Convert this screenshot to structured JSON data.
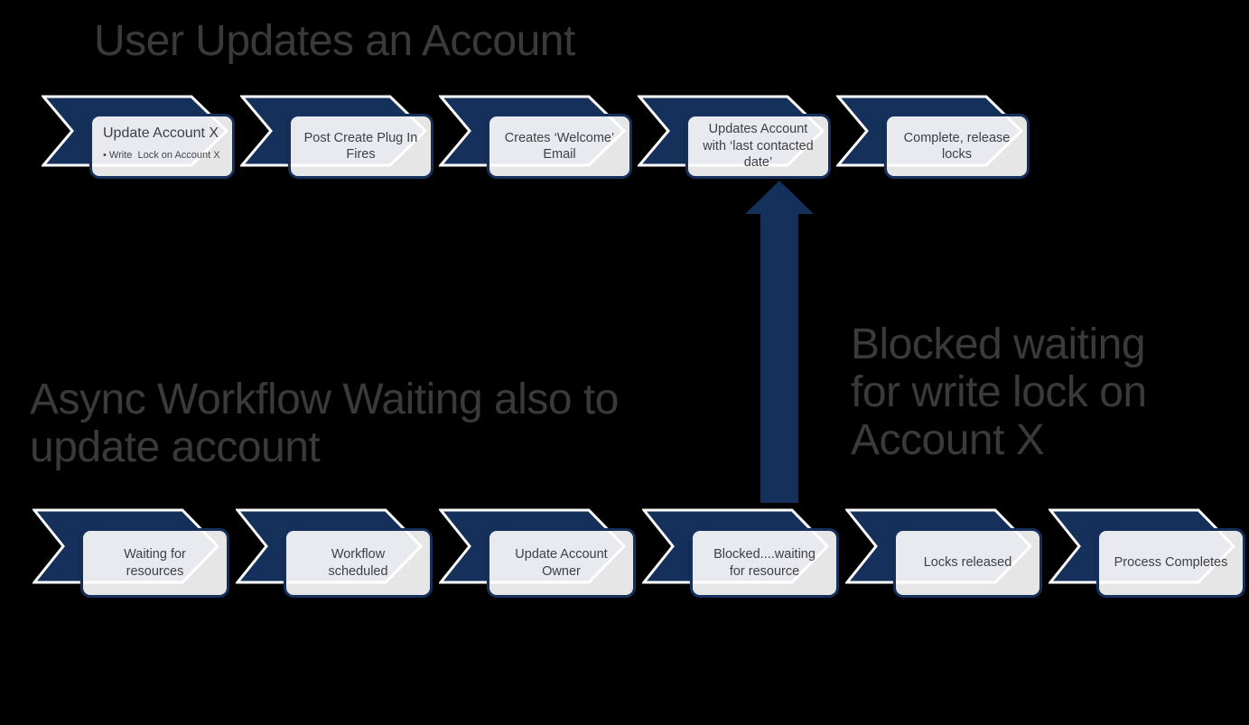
{
  "colors": {
    "background": "#000000",
    "navy": "#15305A",
    "card_fill": "#FFFFFF",
    "card_seethrough_gray": "#E6E9EE",
    "title_gray": "#3A3A3A",
    "card_text_gray": "#3E4045"
  },
  "top_flow": {
    "title": "User Updates an Account",
    "steps": [
      {
        "label": "Update Account X",
        "bullet": "• Write  Lock on Account X"
      },
      {
        "label": "Post Create Plug In\nFires"
      },
      {
        "label": "Creates ‘Welcome’\nEmail"
      },
      {
        "label": "Updates Account\nwith ‘last contacted\ndate’"
      },
      {
        "label": "Complete, release\nlocks"
      }
    ]
  },
  "bottom_flow": {
    "title": "Async Workflow Waiting also to\nupdate account",
    "steps": [
      {
        "label": "Waiting for\nresources"
      },
      {
        "label": "Workflow\nscheduled"
      },
      {
        "label": "Update Account\nOwner"
      },
      {
        "label": "Blocked....waiting\nfor resource"
      },
      {
        "label": "Locks released"
      },
      {
        "label": "Process Completes"
      }
    ]
  },
  "annotation": {
    "text": "Blocked waiting\nfor write lock on\nAccount X"
  }
}
